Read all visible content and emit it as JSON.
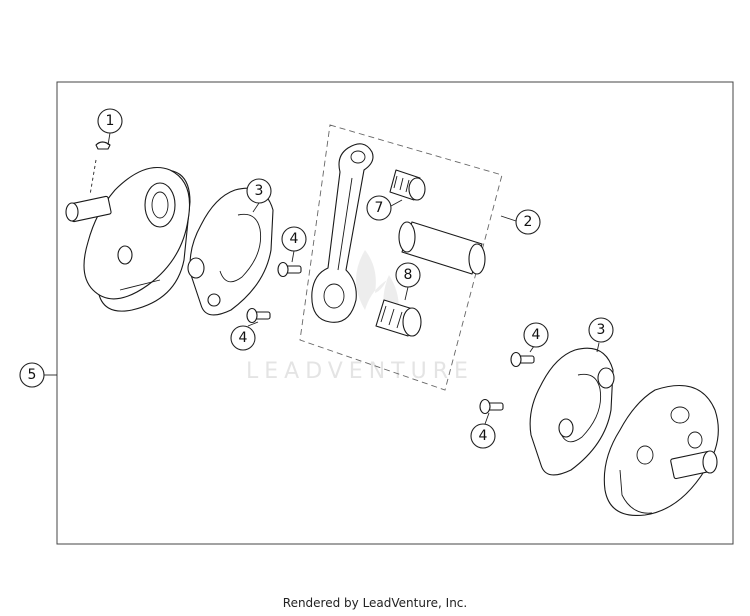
{
  "diagram": {
    "callouts": {
      "c1": "1",
      "c2": "2",
      "c3a": "3",
      "c3b": "3",
      "c4a": "4",
      "c4b": "4",
      "c4c": "4",
      "c4d": "4",
      "c5": "5",
      "c7": "7",
      "c8": "8"
    },
    "watermark": "LEADVENTURE"
  },
  "footer": {
    "text": "Rendered by LeadVenture, Inc."
  }
}
